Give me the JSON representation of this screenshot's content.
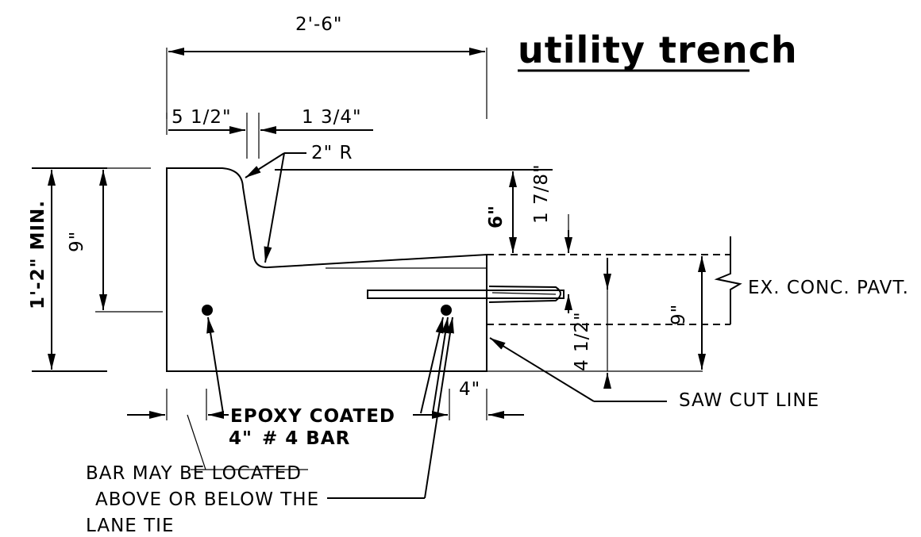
{
  "title": "utility trench",
  "dimensions": {
    "overall_width": "2'-6\"",
    "left_offset": "5 1/2\"",
    "right_offset": "1 3/4\"",
    "radius": "2\" R",
    "top_slope": "1 7/8\"",
    "depth_6": "6\"",
    "total_depth": "1'-2\" MIN.",
    "left_depth": "9\"",
    "pavement_depth": "9\"",
    "bar_height": "4 1/2\"",
    "bar_spacing_right": "4\"",
    "bar_spacing_left": "4\""
  },
  "labels": {
    "existing_pavement": "EX. CONC. PAVT.",
    "saw_cut": "SAW CUT LINE",
    "epoxy": "EPOXY COATED",
    "bar": "# 4 BAR",
    "note_line1": "BAR MAY BE LOCATED",
    "note_line2": "ABOVE OR BELOW THE",
    "note_line3": "LANE TIE"
  }
}
